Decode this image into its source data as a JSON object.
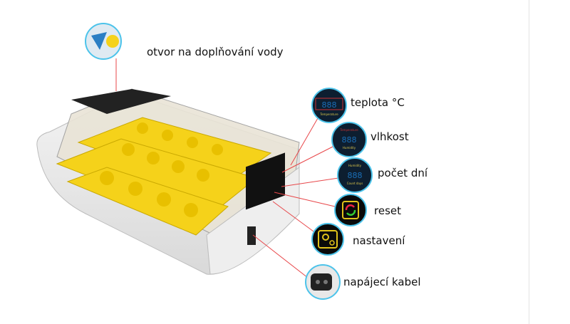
{
  "labels": {
    "water": "otvor na doplňování vody",
    "temperature": "teplota °C",
    "humidity": "vlhkost",
    "days": "počet dní",
    "reset": "reset",
    "settings": "nastavení",
    "power": "napájecí kabel"
  },
  "display_texts": {
    "temperature": "Temperature",
    "humidity": "Humidity",
    "count_days": "Count days",
    "digits": "888"
  },
  "colors": {
    "callout_line": "#e8474a",
    "circle_ring": "#4cc3ea",
    "tray": "#f5d21a",
    "display": "#1a6fb8"
  }
}
